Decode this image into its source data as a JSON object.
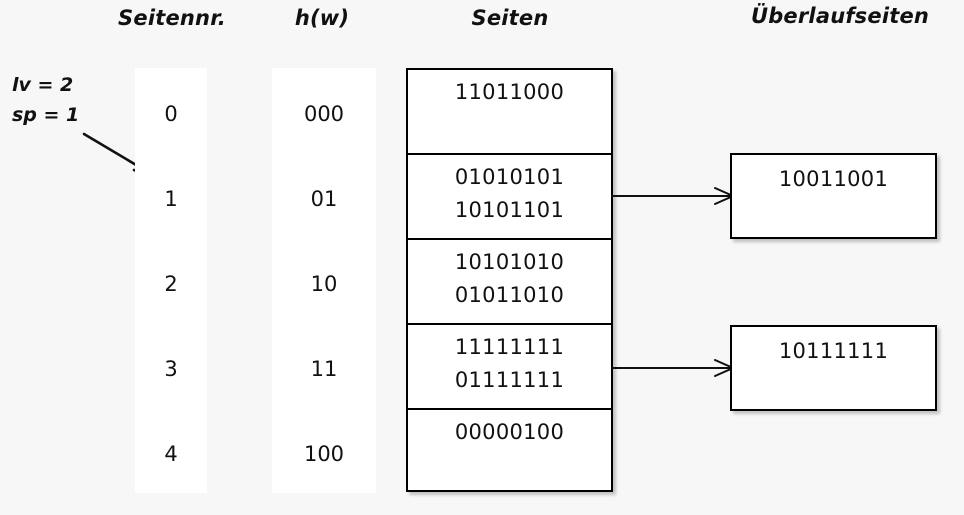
{
  "headers": {
    "seitennr": "Seitennr.",
    "hw": "h(w)",
    "seiten": "Seiten",
    "ueberlaufseiten": "Überlaufseiten"
  },
  "params": {
    "lv": "lv = 2",
    "sp": "sp = 1"
  },
  "rows": [
    {
      "seitennr": "0",
      "hw": "000"
    },
    {
      "seitennr": "1",
      "hw": "01"
    },
    {
      "seitennr": "2",
      "hw": "10"
    },
    {
      "seitennr": "3",
      "hw": "11"
    },
    {
      "seitennr": "4",
      "hw": "100"
    }
  ],
  "pages": [
    {
      "line1": "11011000",
      "line2": ""
    },
    {
      "line1": "01010101",
      "line2": "10101101"
    },
    {
      "line1": "10101010",
      "line2": "01011010"
    },
    {
      "line1": "11111111",
      "line2": "01111111"
    },
    {
      "line1": "00000100",
      "line2": ""
    }
  ],
  "overflow_pages": [
    {
      "line1": "10011001"
    },
    {
      "line1": "10111111"
    }
  ],
  "colors": {
    "background": "#f7f7f7",
    "surface": "#ffffff",
    "stroke": "#000000",
    "text": "#111111"
  }
}
